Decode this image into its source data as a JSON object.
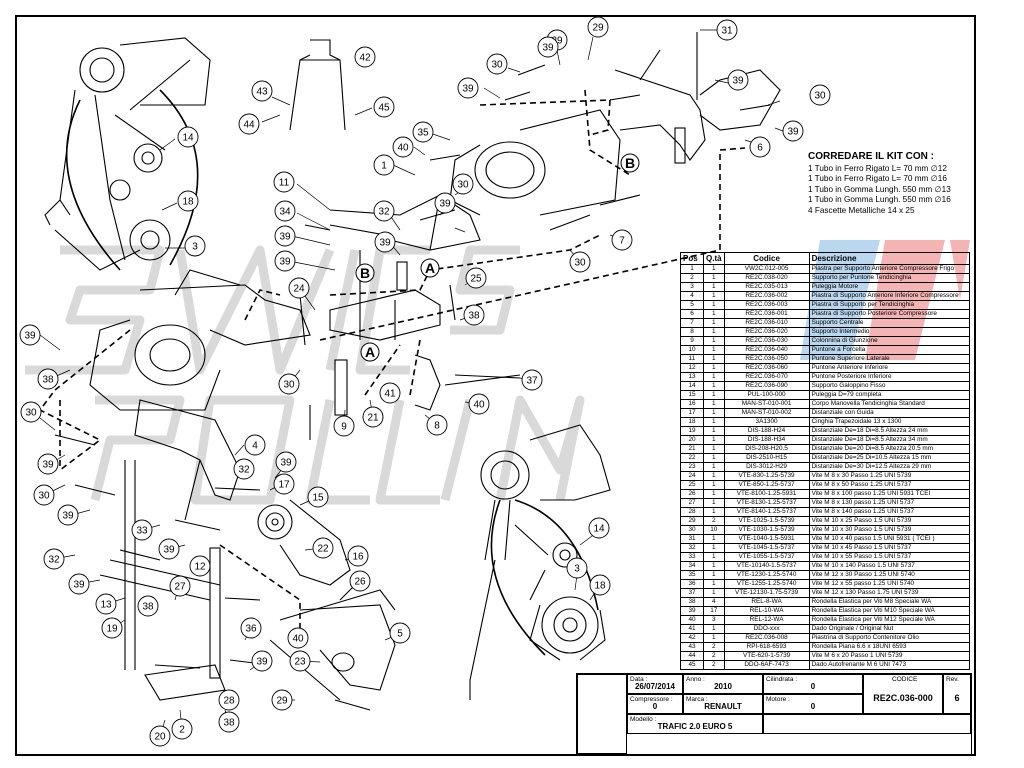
{
  "kit_note": {
    "title": "CORREDARE IL KIT CON :",
    "lines": [
      "1 Tubo in Ferro Rigato L= 70 mm ∅12",
      "1 Tubo in Ferro Rigato L= 70 mm ∅16",
      "1 Tubo in Gomma Lungh. 550 mm ∅13",
      "1 Tubo in Gomma Lungh. 550 mm ∅16",
      "4 Fascette Metalliche 14 x 25"
    ]
  },
  "parts_table": {
    "headers": [
      "Pos",
      "Q.tà",
      "Codice",
      "Descrizione"
    ],
    "rows": [
      [
        "1",
        "1",
        "VW2C.012-005",
        "Piastra per Supporto Anteriore Compressore Frigo"
      ],
      [
        "2",
        "1",
        "RE2C.038-020",
        "Supporto per Puntone Tendicinghia"
      ],
      [
        "3",
        "1",
        "RE2C.035-013",
        "Puleggia Motore"
      ],
      [
        "4",
        "1",
        "RE2C.036-002",
        "Piastra di Supporto Anteriore Inferiore Compressore"
      ],
      [
        "5",
        "1",
        "RE2C.036-003",
        "Piastra di Supporto per Tendicinghia"
      ],
      [
        "6",
        "1",
        "RE2C.036-001",
        "Piastra di Supporto Posteriore Compressore"
      ],
      [
        "7",
        "1",
        "RE2C.036-010",
        "Supporto Centrale"
      ],
      [
        "8",
        "1",
        "RE2C.036-020",
        "Supporto Intermedio"
      ],
      [
        "9",
        "1",
        "RE2C.036-030",
        "Colonnina di Giunzione"
      ],
      [
        "10",
        "1",
        "RE2C.036-040",
        "Puntone a Forcella"
      ],
      [
        "11",
        "1",
        "RE2C.036-050",
        "Puntone Superiore Laterale"
      ],
      [
        "12",
        "1",
        "RE2C.036-060",
        "Puntone Anteriore Inferiore"
      ],
      [
        "13",
        "1",
        "RE2C.036-070",
        "Puntone Posteriore Inferiore"
      ],
      [
        "14",
        "1",
        "RE2C.036-090",
        "Supporto Galoppino Fisso"
      ],
      [
        "15",
        "1",
        "PUL-100-000",
        "Puleggia D=79 completa"
      ],
      [
        "16",
        "1",
        "MAN-ST-010-001",
        "Corpo Manovella Tendicinghia Standard"
      ],
      [
        "17",
        "1",
        "MAN-ST-010-002",
        "Distanziale con Guida"
      ],
      [
        "18",
        "1",
        "3A1300",
        "Cinghia Trapezoidale 13 x 1300"
      ],
      [
        "19",
        "1",
        "DIS-188-H24",
        "Distanziale De=18 Di=8.5 Altezza 24 mm"
      ],
      [
        "20",
        "1",
        "DIS-188-H34",
        "Distanziale De=18 Di=8.5 Altezza 34 mm"
      ],
      [
        "21",
        "1",
        "DIS-208-H20.5",
        "Distanziale De=20 Di=8.5 Altezza 20.5 mm"
      ],
      [
        "22",
        "1",
        "DIS-2510-H15",
        "Distanziale De=25 Di=10.5 Altezza 15 mm"
      ],
      [
        "23",
        "1",
        "DIS-3012-H29",
        "Distanziale De=30 Di=12.5 Altezza 29 mm"
      ],
      [
        "24",
        "1",
        "VTE-830-1.25-5739",
        "Vite M 8 x 30 Passo 1.25 UNI 5739"
      ],
      [
        "25",
        "1",
        "VTE-850-1.25-5737",
        "Vite M 8 x 50 Passo 1.25 UNI 5737"
      ],
      [
        "26",
        "1",
        "VTE-8100-1.25-5931",
        "Vite M 8 x 100 passo 1.25 UNI 5931 TCEI"
      ],
      [
        "27",
        "1",
        "VTE-8130-1.25-5737",
        "Vite M 8 x 130 passo 1.25 UNI 5737"
      ],
      [
        "28",
        "1",
        "VTE-8140-1.25-5737",
        "Vite M 8 x 140 passo 1.25 UNI 5737"
      ],
      [
        "29",
        "2",
        "VTE-1025-1.5-5739",
        "Vite M 10 x 25 Passo 1.5 UNI 5739"
      ],
      [
        "30",
        "10",
        "VTE-1030-1.5-5739",
        "Vite M 10 x 30 Passo 1.5 UNI 5739"
      ],
      [
        "31",
        "1",
        "VTE-1040-1.5-5931",
        "Vite M 10 x 40 passo 1.5 UNI 5931 ( TCEI )"
      ],
      [
        "32",
        "1",
        "VTE-1045-1.5-5737",
        "Vite M 10 x 45 Passo 1.5 UNI 5737"
      ],
      [
        "33",
        "1",
        "VTE-1055-1.5-5737",
        "Vite M 10 x 55 Passo 1.5 UNI 5737"
      ],
      [
        "34",
        "1",
        "VTE-10140-1.5-5737",
        "Vite M 10 x 140 Passo 1.5 UNI 5737"
      ],
      [
        "35",
        "1",
        "VTE-1230-1.25-5740",
        "Vite M 12 x 30 Passo 1.25 UNI 5740"
      ],
      [
        "36",
        "1",
        "VTE-1255-1.25-5740",
        "Vite M 12 x 55 passo 1.25 UNI 5740"
      ],
      [
        "37",
        "1",
        "VTE-12130-1.75-5739",
        "Vite M 12 x 130 Passo 1.75 UNI 5739"
      ],
      [
        "38",
        "4",
        "REL-8-WA",
        "Rondella Elastica per Viti M8 Speciale WA"
      ],
      [
        "39",
        "17",
        "REL-10-WA",
        "Rondella Elastica per Viti M10 Speciale WA"
      ],
      [
        "40",
        "3",
        "REL-12-WA",
        "Rondella Elastica per Viti M12 Speciale WA"
      ],
      [
        "41",
        "1",
        "DDO-xxx",
        "Dado Originale / Original Nut"
      ],
      [
        "42",
        "1",
        "RE2C.036-008",
        "Piastrina di Supporto Contenitore Olio"
      ],
      [
        "43",
        "2",
        "RPI-618-6593",
        "Rondella Piana 6.6 x 18UNI 6593"
      ],
      [
        "44",
        "2",
        "VTE-620-1-5739",
        "Vite M 6 x 20 Passo 1 UNI 5739"
      ],
      [
        "45",
        "2",
        "DDO-6AF-7473",
        "Dado Autofrenante M 6 UNI 7473"
      ]
    ]
  },
  "title_block": {
    "data_label": "Data :",
    "data_value": "26/07/2014",
    "anno_label": "Anno :",
    "anno_value": "2010",
    "cilindrata_label": "Cilindrata :",
    "cilindrata_value": "0",
    "codice_label": "CODICE",
    "codice_value": "RE2C.036-000",
    "rev_label": "Rev.",
    "rev_value": "6",
    "compressore_label": "Compressore :",
    "compressore_value": "0",
    "marca_label": "Marca :",
    "marca_value": "RENAULT",
    "motore_label": "Motore :",
    "motore_value": "0",
    "modello_label": "Modello :",
    "modello_value": "TRAFIC 2.0 EURO 5"
  },
  "callouts": [
    {
      "n": "39"
    },
    {
      "n": "42"
    },
    {
      "n": "39"
    },
    {
      "n": "29"
    },
    {
      "n": "31"
    },
    {
      "n": "30"
    },
    {
      "n": "39"
    },
    {
      "n": "43"
    },
    {
      "n": "45"
    },
    {
      "n": "44"
    },
    {
      "n": "39"
    },
    {
      "n": "30"
    },
    {
      "n": "39"
    },
    {
      "n": "14"
    },
    {
      "n": "35"
    },
    {
      "n": "40"
    },
    {
      "n": "6"
    },
    {
      "n": "1"
    },
    {
      "n": "18"
    },
    {
      "n": "11"
    },
    {
      "n": "30"
    },
    {
      "n": "32"
    },
    {
      "n": "34"
    },
    {
      "n": "39"
    },
    {
      "n": "39"
    },
    {
      "n": "3"
    },
    {
      "n": "39"
    },
    {
      "n": "30"
    },
    {
      "n": "7"
    },
    {
      "n": "39"
    },
    {
      "n": "25"
    },
    {
      "n": "24"
    },
    {
      "n": "38"
    },
    {
      "n": "30"
    },
    {
      "n": "39"
    },
    {
      "n": "37"
    },
    {
      "n": "38"
    },
    {
      "n": "41"
    },
    {
      "n": "40"
    },
    {
      "n": "9"
    },
    {
      "n": "21"
    },
    {
      "n": "8"
    },
    {
      "n": "30"
    },
    {
      "n": "39"
    },
    {
      "n": "4"
    },
    {
      "n": "32"
    },
    {
      "n": "39"
    },
    {
      "n": "17"
    },
    {
      "n": "30"
    },
    {
      "n": "39"
    },
    {
      "n": "15"
    },
    {
      "n": "33"
    },
    {
      "n": "39"
    },
    {
      "n": "22"
    },
    {
      "n": "32"
    },
    {
      "n": "16"
    },
    {
      "n": "39"
    },
    {
      "n": "12"
    },
    {
      "n": "27"
    },
    {
      "n": "13"
    },
    {
      "n": "26"
    },
    {
      "n": "14"
    },
    {
      "n": "3"
    },
    {
      "n": "18"
    },
    {
      "n": "38"
    },
    {
      "n": "19"
    },
    {
      "n": "36"
    },
    {
      "n": "40"
    },
    {
      "n": "5"
    },
    {
      "n": "23"
    },
    {
      "n": "39"
    },
    {
      "n": "28"
    },
    {
      "n": "29"
    },
    {
      "n": "38"
    },
    {
      "n": "20"
    },
    {
      "n": "2"
    }
  ],
  "section_markers": [
    {
      "t": "A"
    },
    {
      "t": "B"
    },
    {
      "t": "B"
    },
    {
      "t": "A"
    },
    {
      "t": "B"
    },
    {
      "t": "A"
    }
  ],
  "colors": {
    "ink": "#000000",
    "watermark_grey": "#d9d9d9",
    "watermark_red": "#f4b4b4",
    "watermark_blue": "#b9d7ef"
  }
}
